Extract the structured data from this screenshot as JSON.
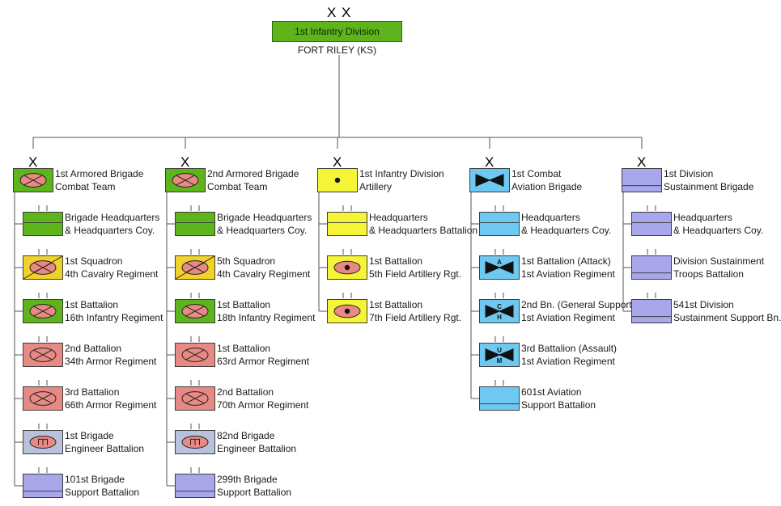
{
  "root": {
    "echelon": "X X",
    "name": "1st Infantry Division",
    "location": "FORT RILEY (KS)",
    "color": "#5db41b"
  },
  "colors": {
    "armor_green": "#5db41b",
    "cavalry_yellow": "#f0d22a",
    "armor_red": "#e88a83",
    "engineer_blue": "#b9c2dd",
    "support_purple": "#a9a7ec",
    "artillery_yellow": "#f6f437",
    "aviation_blue": "#6ec9f2"
  },
  "brigades": [
    {
      "echelon": "X",
      "name_line1": "1st Armored Brigade",
      "name_line2": "Combat Team",
      "symbol": "armored-infantry",
      "fill": "#5db41b",
      "units": [
        {
          "line1": "Brigade Headquarters",
          "line2": "& Headquarters Coy.",
          "symbol": "headquarters",
          "fill": "#5db41b"
        },
        {
          "line1": "1st Squadron",
          "line2": "4th Cavalry Regiment",
          "symbol": "armored-cavalry",
          "fill": "#f0d22a"
        },
        {
          "line1": "1st Battalion",
          "line2": "16th Infantry Regiment",
          "symbol": "armored-infantry",
          "fill": "#5db41b"
        },
        {
          "line1": "2nd Battalion",
          "line2": "34th Armor Regiment",
          "symbol": "armor-infantry",
          "fill": "#e88a83"
        },
        {
          "line1": "3rd Battalion",
          "line2": "66th Armor Regiment",
          "symbol": "armor-infantry",
          "fill": "#e88a83"
        },
        {
          "line1": "1st Brigade",
          "line2": "Engineer Battalion",
          "symbol": "engineer",
          "fill": "#b9c2dd"
        },
        {
          "line1": "101st Brigade",
          "line2": "Support Battalion",
          "symbol": "support",
          "fill": "#a9a7ec"
        }
      ]
    },
    {
      "echelon": "X",
      "name_line1": "2nd Armored Brigade",
      "name_line2": "Combat Team",
      "symbol": "armored-infantry",
      "fill": "#5db41b",
      "units": [
        {
          "line1": "Brigade Headquarters",
          "line2": "& Headquarters Coy.",
          "symbol": "headquarters",
          "fill": "#5db41b"
        },
        {
          "line1": "5th Squadron",
          "line2": "4th Cavalry Regiment",
          "symbol": "armored-cavalry",
          "fill": "#f0d22a"
        },
        {
          "line1": "1st Battalion",
          "line2": "18th Infantry Regiment",
          "symbol": "armored-infantry",
          "fill": "#5db41b"
        },
        {
          "line1": "1st Battalion",
          "line2": "63rd Armor Regiment",
          "symbol": "armor-infantry",
          "fill": "#e88a83"
        },
        {
          "line1": "2nd Battalion",
          "line2": "70th Armor Regiment",
          "symbol": "armor-infantry",
          "fill": "#e88a83"
        },
        {
          "line1": "82nd Brigade",
          "line2": "Engineer Battalion",
          "symbol": "engineer",
          "fill": "#b9c2dd"
        },
        {
          "line1": "299th Brigade",
          "line2": "Support Battalion",
          "symbol": "support",
          "fill": "#a9a7ec"
        }
      ]
    },
    {
      "echelon": "X",
      "name_line1": "1st Infantry Division",
      "name_line2": "Artillery",
      "symbol": "artillery",
      "fill": "#f6f437",
      "units": [
        {
          "line1": "Headquarters",
          "line2": "& Headquarters Battalion",
          "symbol": "headquarters",
          "fill": "#f6f437"
        },
        {
          "line1": "1st Battalion",
          "line2": "5th Field Artillery Rgt.",
          "symbol": "self-propelled-artillery",
          "fill": "#f6f437"
        },
        {
          "line1": "1st Battalion",
          "line2": "7th Field Artillery Rgt.",
          "symbol": "self-propelled-artillery",
          "fill": "#f6f437"
        }
      ]
    },
    {
      "echelon": "X",
      "name_line1": "1st Combat",
      "name_line2": "Aviation Brigade",
      "symbol": "aviation",
      "fill": "#6ec9f2",
      "units": [
        {
          "line1": "Headquarters",
          "line2": "& Headquarters Coy.",
          "symbol": "headquarters",
          "fill": "#6ec9f2"
        },
        {
          "line1": "1st Battalion (Attack)",
          "line2": "1st Aviation Regiment",
          "symbol": "aviation",
          "fill": "#6ec9f2",
          "letters": "A"
        },
        {
          "line1": "2nd Bn. (General Support)",
          "line2": "1st Aviation Regiment",
          "symbol": "aviation",
          "fill": "#6ec9f2",
          "letters": "C H"
        },
        {
          "line1": "3rd Battalion (Assault)",
          "line2": "1st Aviation Regiment",
          "symbol": "aviation",
          "fill": "#6ec9f2",
          "letters": "U M"
        },
        {
          "line1": "601st Aviation",
          "line2": "Support Battalion",
          "symbol": "support",
          "fill": "#6ec9f2"
        }
      ]
    },
    {
      "echelon": "X",
      "name_line1": "1st Division",
      "name_line2": "Sustainment Brigade",
      "symbol": "support",
      "fill": "#a9a7ec",
      "units": [
        {
          "line1": "Headquarters",
          "line2": "& Headquarters Coy.",
          "symbol": "headquarters",
          "fill": "#a9a7ec"
        },
        {
          "line1": "Division Sustainment",
          "line2": "Troops Battalion",
          "symbol": "support",
          "fill": "#a9a7ec"
        },
        {
          "line1": "541st Division",
          "line2": "Sustainment Support Bn.",
          "symbol": "support",
          "fill": "#a9a7ec"
        }
      ]
    }
  ]
}
